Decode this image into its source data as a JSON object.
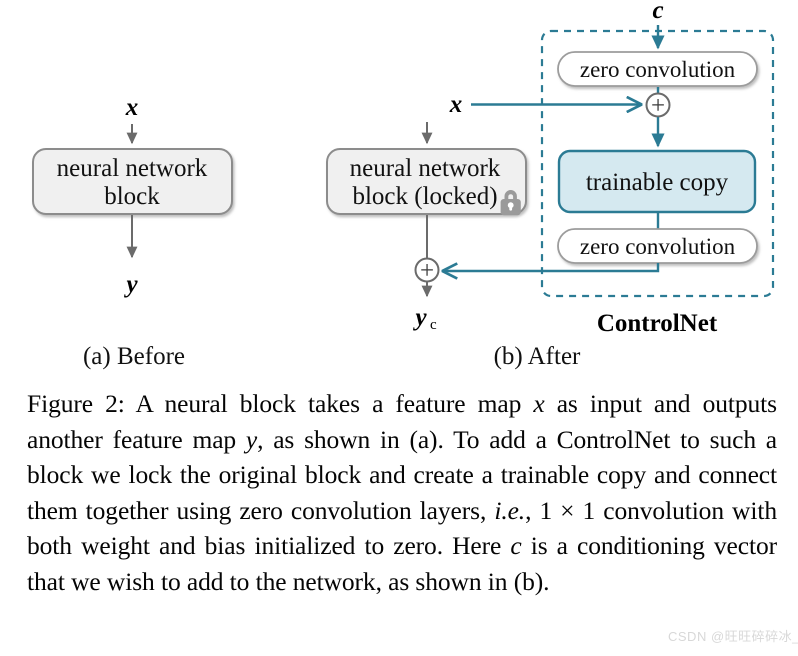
{
  "figure": {
    "number_label": "Figure 2:",
    "caption_parts": {
      "p1": "Figure 2: A neural block takes a feature map ",
      "x1": "x",
      "p2": " as input and outputs another feature map ",
      "y1": "y",
      "p3": ", as shown in (a).  To add a ControlNet to such a block we lock the original block and create a trainable copy and connect them together using zero convolution layers, ",
      "ie": "i.e.",
      "p4": ", 1 × 1 convolution with both weight and bias initialized to zero. Here ",
      "c1": "c",
      "p5": " is a conditioning vector that we wish to add to the network, as shown in (b)."
    }
  },
  "panels": {
    "a": {
      "label": "(a) Before"
    },
    "b": {
      "label": "(b) After"
    }
  },
  "left_diagram": {
    "input_label": "x",
    "block_line1": "neural network",
    "block_line2": "block",
    "output_label": "y"
  },
  "right_diagram": {
    "input_label": "x",
    "condition_label": "c",
    "block_line1": "neural network",
    "block_line2": "block (locked)",
    "lock_icon": "lock-icon",
    "zero_conv_top": "zero convolution",
    "zero_conv_bottom": "zero convolution",
    "trainable_copy": "trainable copy",
    "add_symbol_top": "+",
    "add_symbol_bottom": "+",
    "output_label": "y",
    "output_subscript": "c",
    "controlnet_label": "ControlNet"
  },
  "colors": {
    "teal": "#2b7b94",
    "trainable_fill": "#d5e9f0",
    "block_fill": "#f0f0f0",
    "block_stroke": "#8c8c8c",
    "arrow_gray": "#6b6b6b",
    "lock_gray": "#9a9a9a",
    "text": "#0a0a0a"
  },
  "watermark": {
    "text": "CSDN @旺旺碎碎冰_"
  }
}
